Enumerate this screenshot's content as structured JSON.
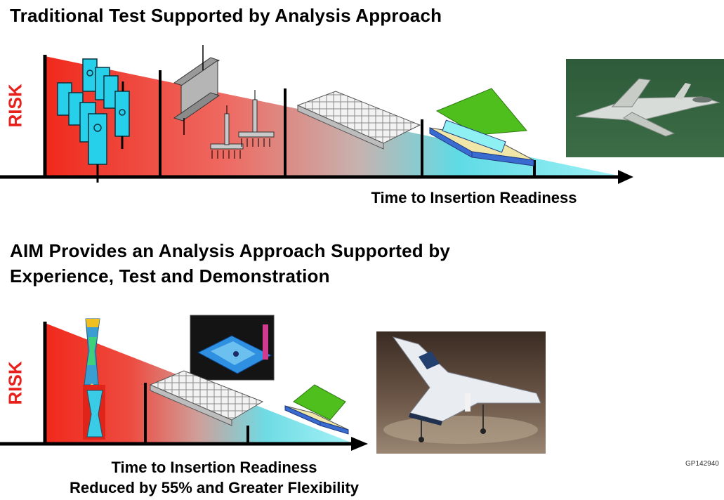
{
  "top": {
    "title": "Traditional Test Supported by Analysis Approach",
    "risk_label": "RISK",
    "axis_label": "Time to Insertion Readiness"
  },
  "bottom": {
    "title_line1": "AIM Provides an Analysis Approach Supported by",
    "title_line2": "Experience, Test and Demonstration",
    "risk_label": "RISK",
    "axis_label_line1": "Time to Insertion Readiness",
    "axis_label_line2": "Reduced by 55% and Greater Flexibility"
  },
  "figure_code": "GP142940",
  "colors": {
    "risk_red": "#e8201c",
    "low_risk_cyan": "#3ad7e8",
    "axis": "#000000"
  }
}
